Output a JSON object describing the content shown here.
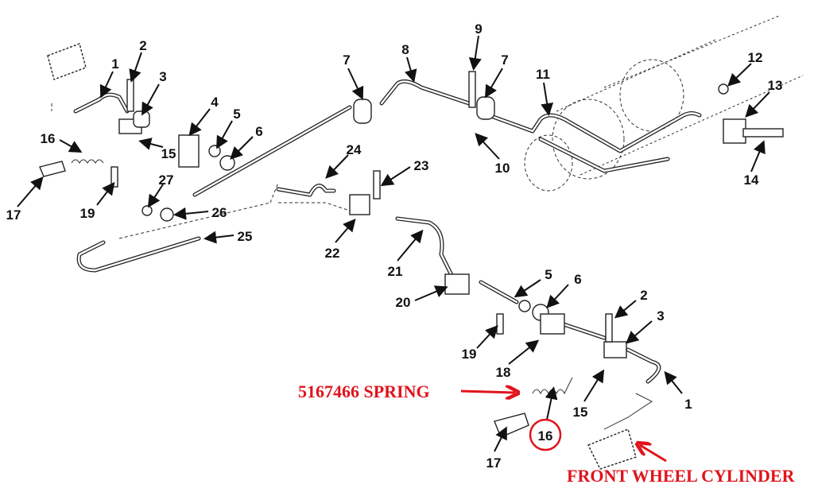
{
  "callouts": [
    "1",
    "2",
    "3",
    "4",
    "5",
    "6",
    "7",
    "8",
    "9",
    "7",
    "11",
    "12",
    "13",
    "14",
    "10",
    "15",
    "16",
    "17",
    "19",
    "27",
    "26",
    "24",
    "23",
    "22",
    "25",
    "21",
    "20",
    "5",
    "6",
    "2",
    "3",
    "19",
    "18",
    "15",
    "1",
    "17",
    "16"
  ],
  "annotations": {
    "spring": "5167466 SPRING",
    "cylinder": "FRONT WHEEL CYLINDER",
    "circled_callout": "16"
  },
  "colors": {
    "annotation": "#e0141c",
    "line_art": "#222222"
  }
}
